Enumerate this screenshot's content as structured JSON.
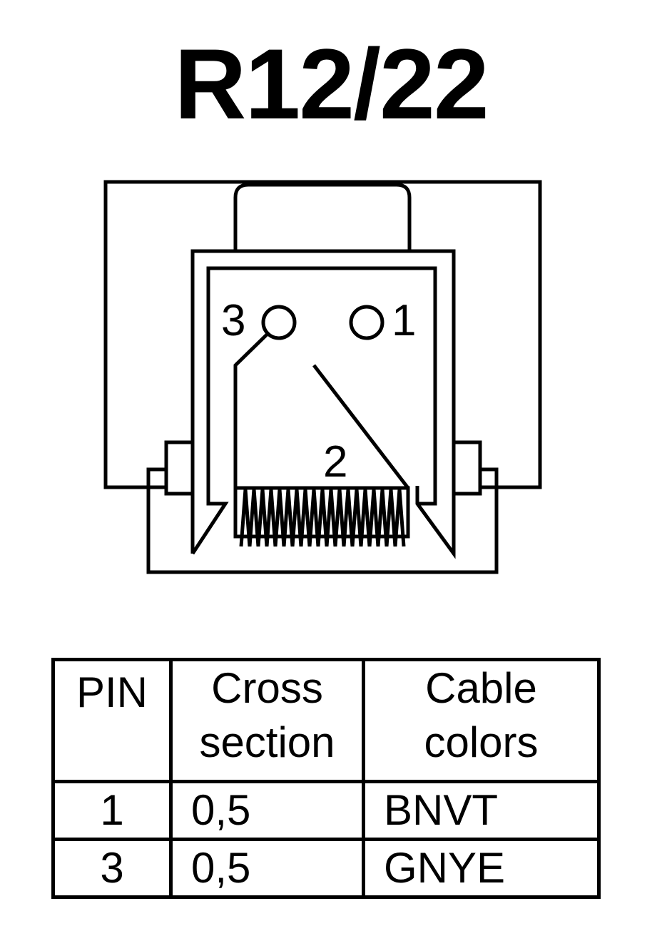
{
  "title": "R12/22",
  "pins": {
    "p3": "3",
    "p1": "1",
    "p2": "2"
  },
  "table": {
    "headers": {
      "pin": "PIN",
      "cross_section": [
        "Cross",
        "section"
      ],
      "cable_colors": [
        "Cable",
        "colors"
      ]
    },
    "rows": [
      {
        "pin": "1",
        "cross_section": "0,5",
        "cable_color": "BNVT"
      },
      {
        "pin": "3",
        "cross_section": "0,5",
        "cable_color": "GNYE"
      }
    ]
  }
}
